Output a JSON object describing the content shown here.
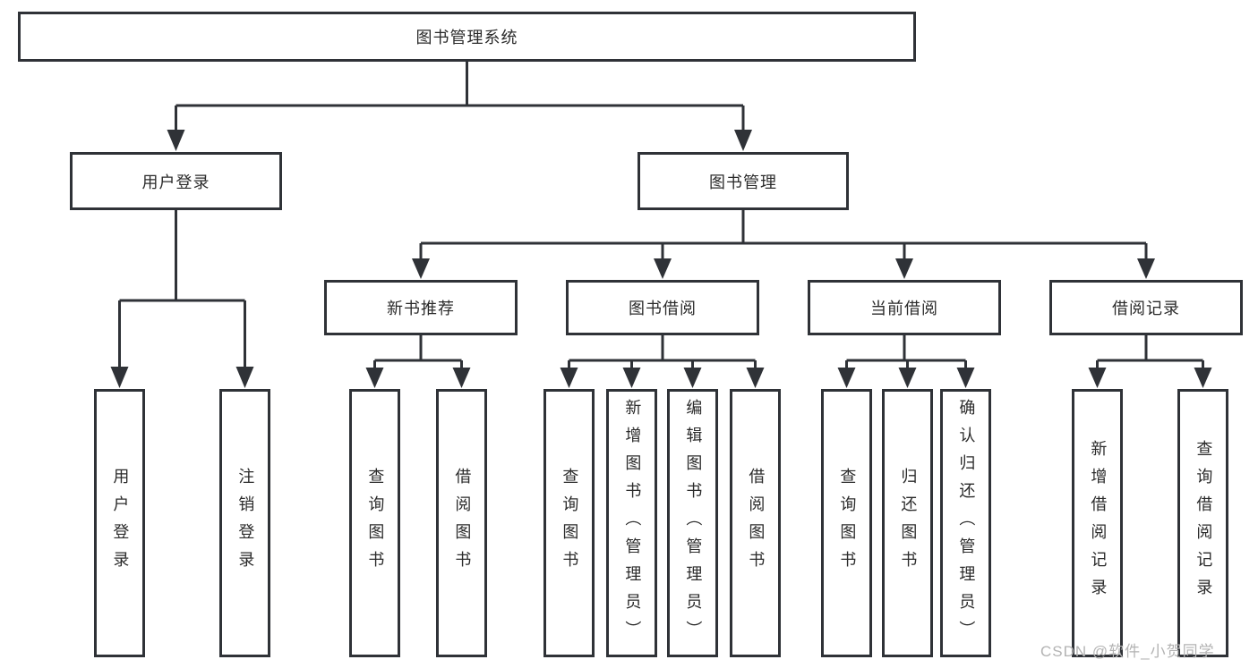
{
  "colors": {
    "line": "#2f3237",
    "text": "#2b2b2b",
    "watermark": "#b3b3b3"
  },
  "tree": {
    "root": {
      "label": "图书管理系统",
      "children": [
        {
          "label": "用户登录",
          "children": [
            {
              "label": "用户登录"
            },
            {
              "label": "注销登录"
            }
          ]
        },
        {
          "label": "图书管理",
          "children": [
            {
              "label": "新书推荐",
              "children": [
                {
                  "label": "查询图书"
                },
                {
                  "label": "借阅图书"
                }
              ]
            },
            {
              "label": "图书借阅",
              "children": [
                {
                  "label": "查询图书"
                },
                {
                  "label": "新增图书（管理员）"
                },
                {
                  "label": "编辑图书（管理员）"
                },
                {
                  "label": "借阅图书"
                }
              ]
            },
            {
              "label": "当前借阅",
              "children": [
                {
                  "label": "查询图书"
                },
                {
                  "label": "归还图书"
                },
                {
                  "label": "确认归还（管理员）"
                }
              ]
            },
            {
              "label": "借阅记录",
              "children": [
                {
                  "label": "新增借阅记录"
                },
                {
                  "label": "查询借阅记录"
                }
              ]
            }
          ]
        }
      ]
    }
  },
  "watermark": {
    "text": "CSDN @软件_小贺同学"
  }
}
